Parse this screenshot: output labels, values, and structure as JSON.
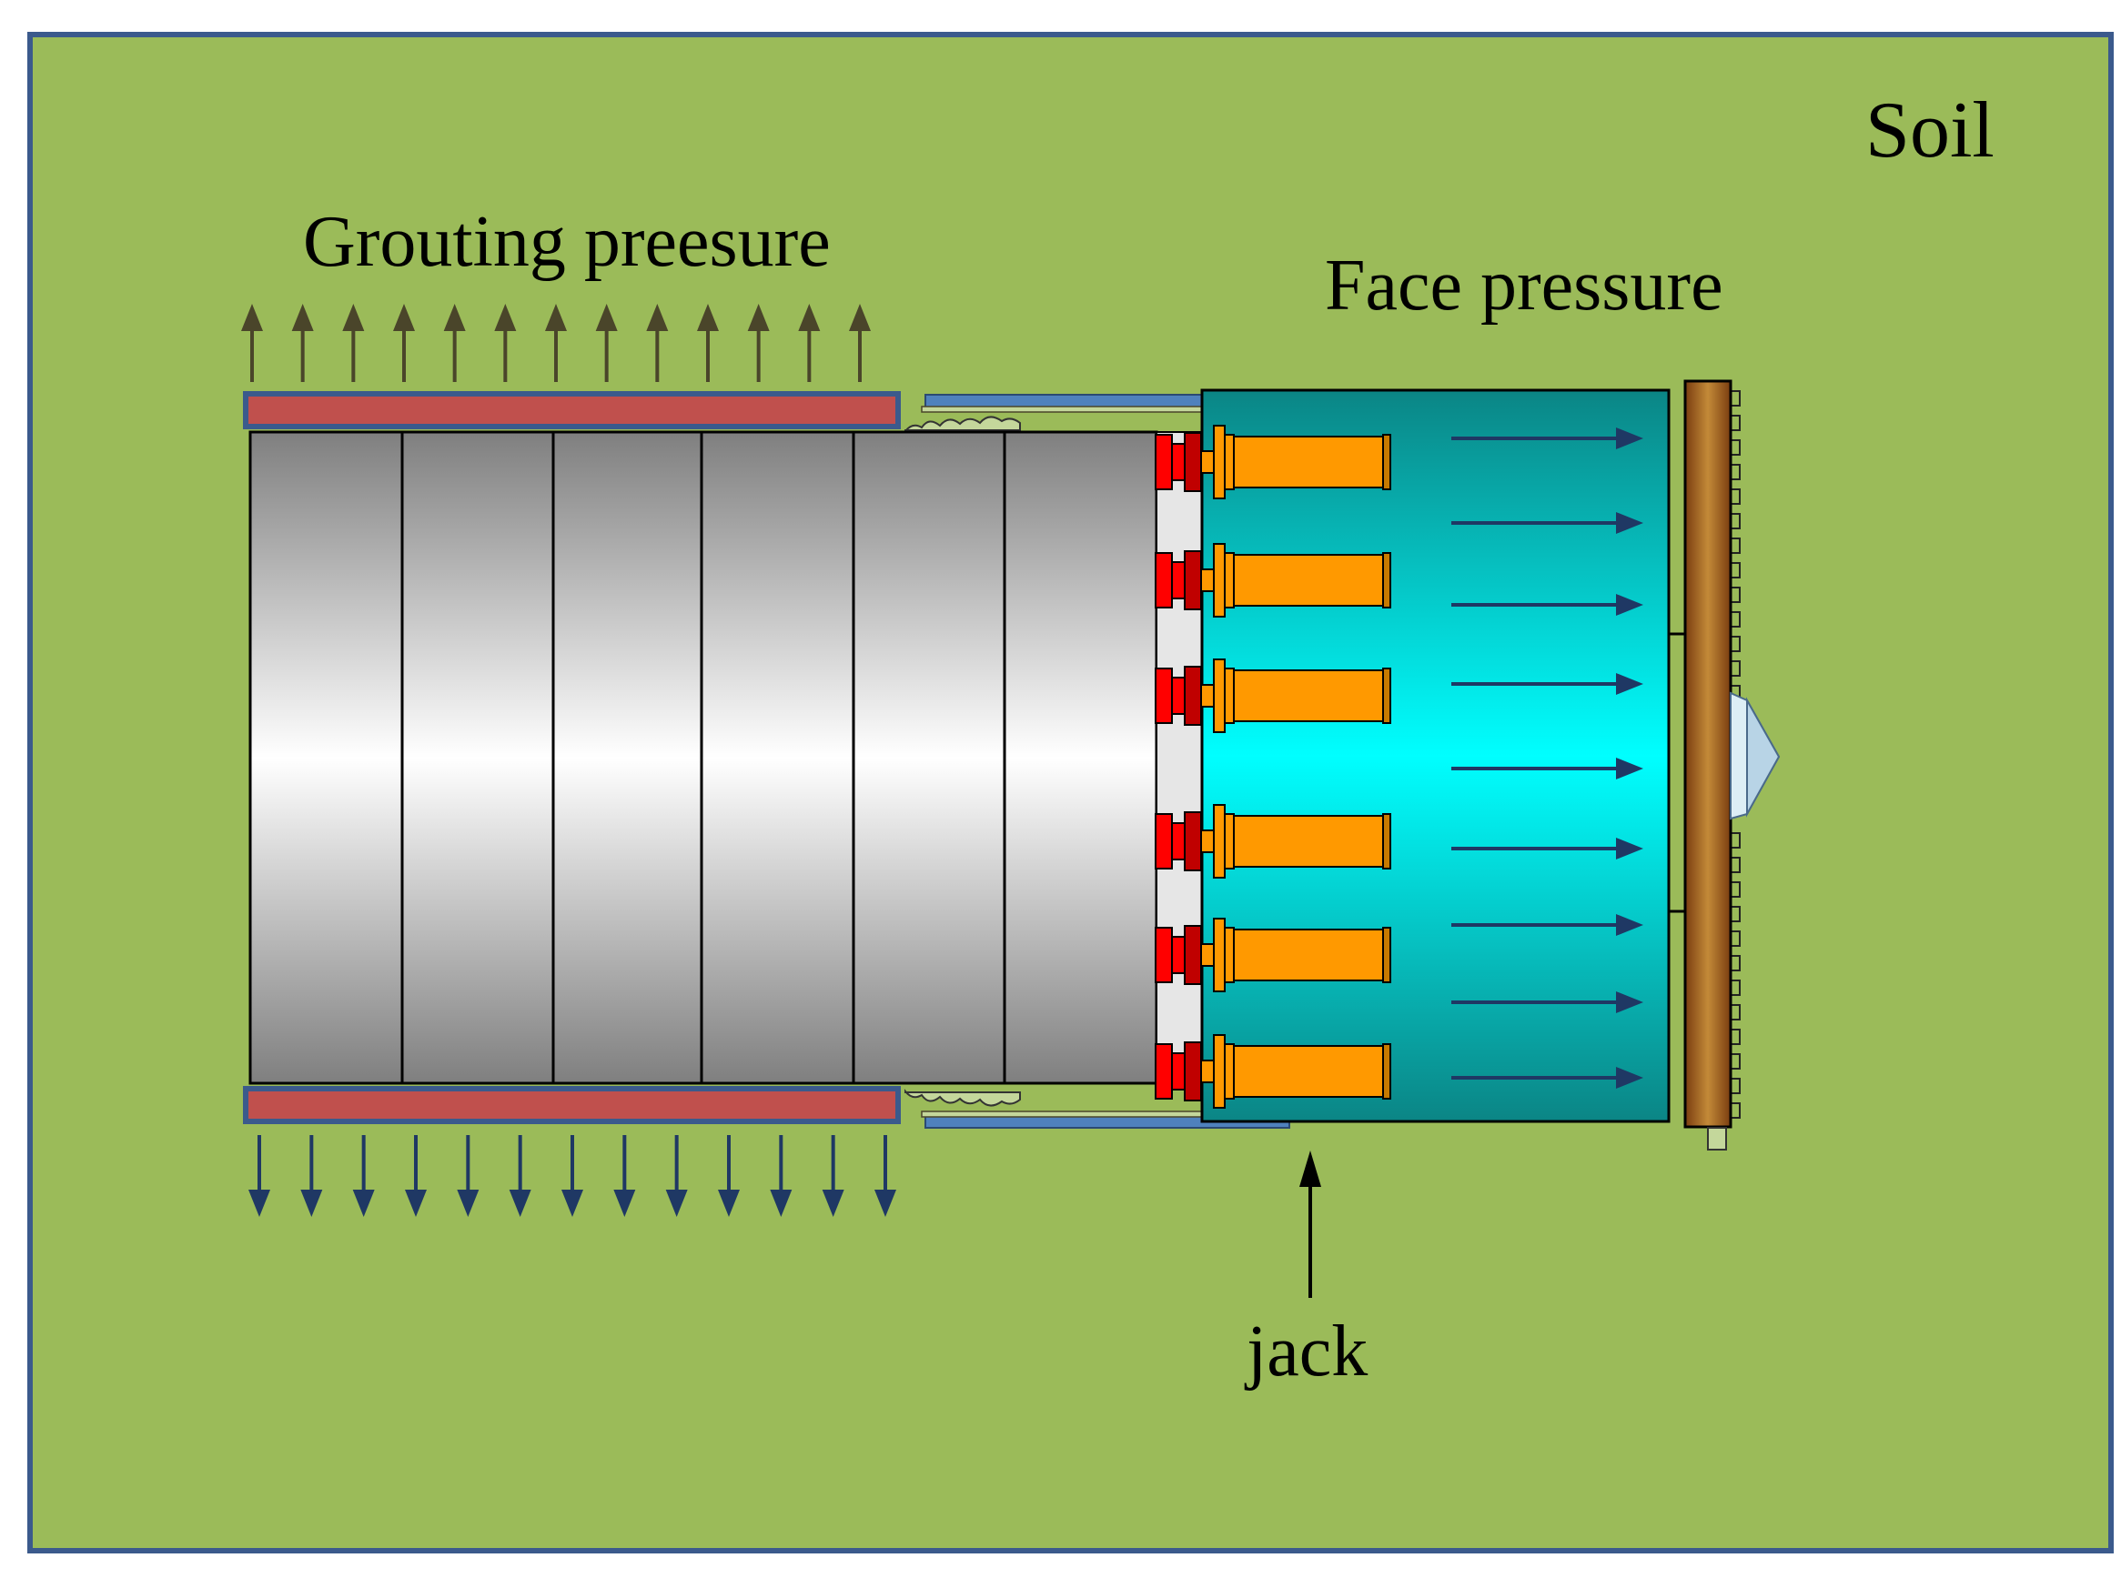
{
  "labels": {
    "soil": "Soil",
    "grouting": "Grouting preesure",
    "face": "Face pressure",
    "jack": "jack"
  },
  "counts": {
    "segments": 6,
    "jacks": 6,
    "grout_arrows": 13,
    "face_arrows": 9
  },
  "colors": {
    "soil": "#9BBB59",
    "border": "#3B5A8C",
    "grout_band": "#C0504D",
    "grout_up_arrow": "#4A452A",
    "grout_down_arrow": "#1F3864",
    "shield_light": "#00FFFF",
    "shield_dark": "#0B8585",
    "jack_body": "#FF9900",
    "jack_head": "#FF0000",
    "face_arrow": "#1F3864",
    "cutter_head": "#B5782A"
  }
}
